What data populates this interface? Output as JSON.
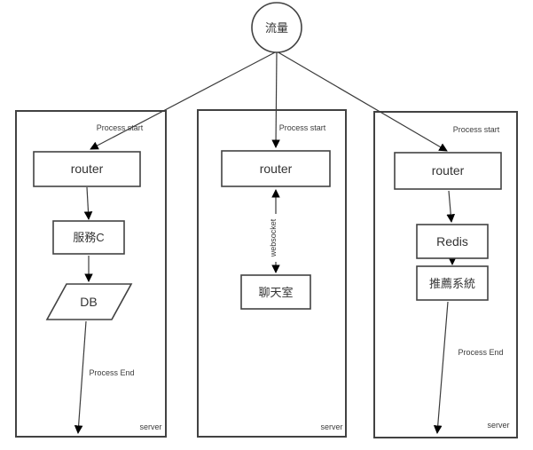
{
  "diagram": {
    "source": {
      "label": "流量"
    },
    "lanes": [
      {
        "name": "lane-left",
        "process_start": "Process start",
        "process_end": "Process End",
        "server_label": "server",
        "nodes": [
          {
            "label": "router"
          },
          {
            "label": "服務C"
          },
          {
            "label": "DB"
          }
        ]
      },
      {
        "name": "lane-middle",
        "process_start": "Process start",
        "server_label": "server",
        "edge_label": "websocket",
        "nodes": [
          {
            "label": "router"
          },
          {
            "label": "聊天室"
          }
        ]
      },
      {
        "name": "lane-right",
        "process_start": "Process start",
        "process_end": "Process End",
        "server_label": "server",
        "nodes": [
          {
            "label": "router"
          },
          {
            "label": "Redis"
          },
          {
            "label": "推薦系統"
          }
        ]
      }
    ],
    "colors": {
      "stroke": "#424242",
      "fill": "#ffffff",
      "text": "#333333"
    }
  }
}
